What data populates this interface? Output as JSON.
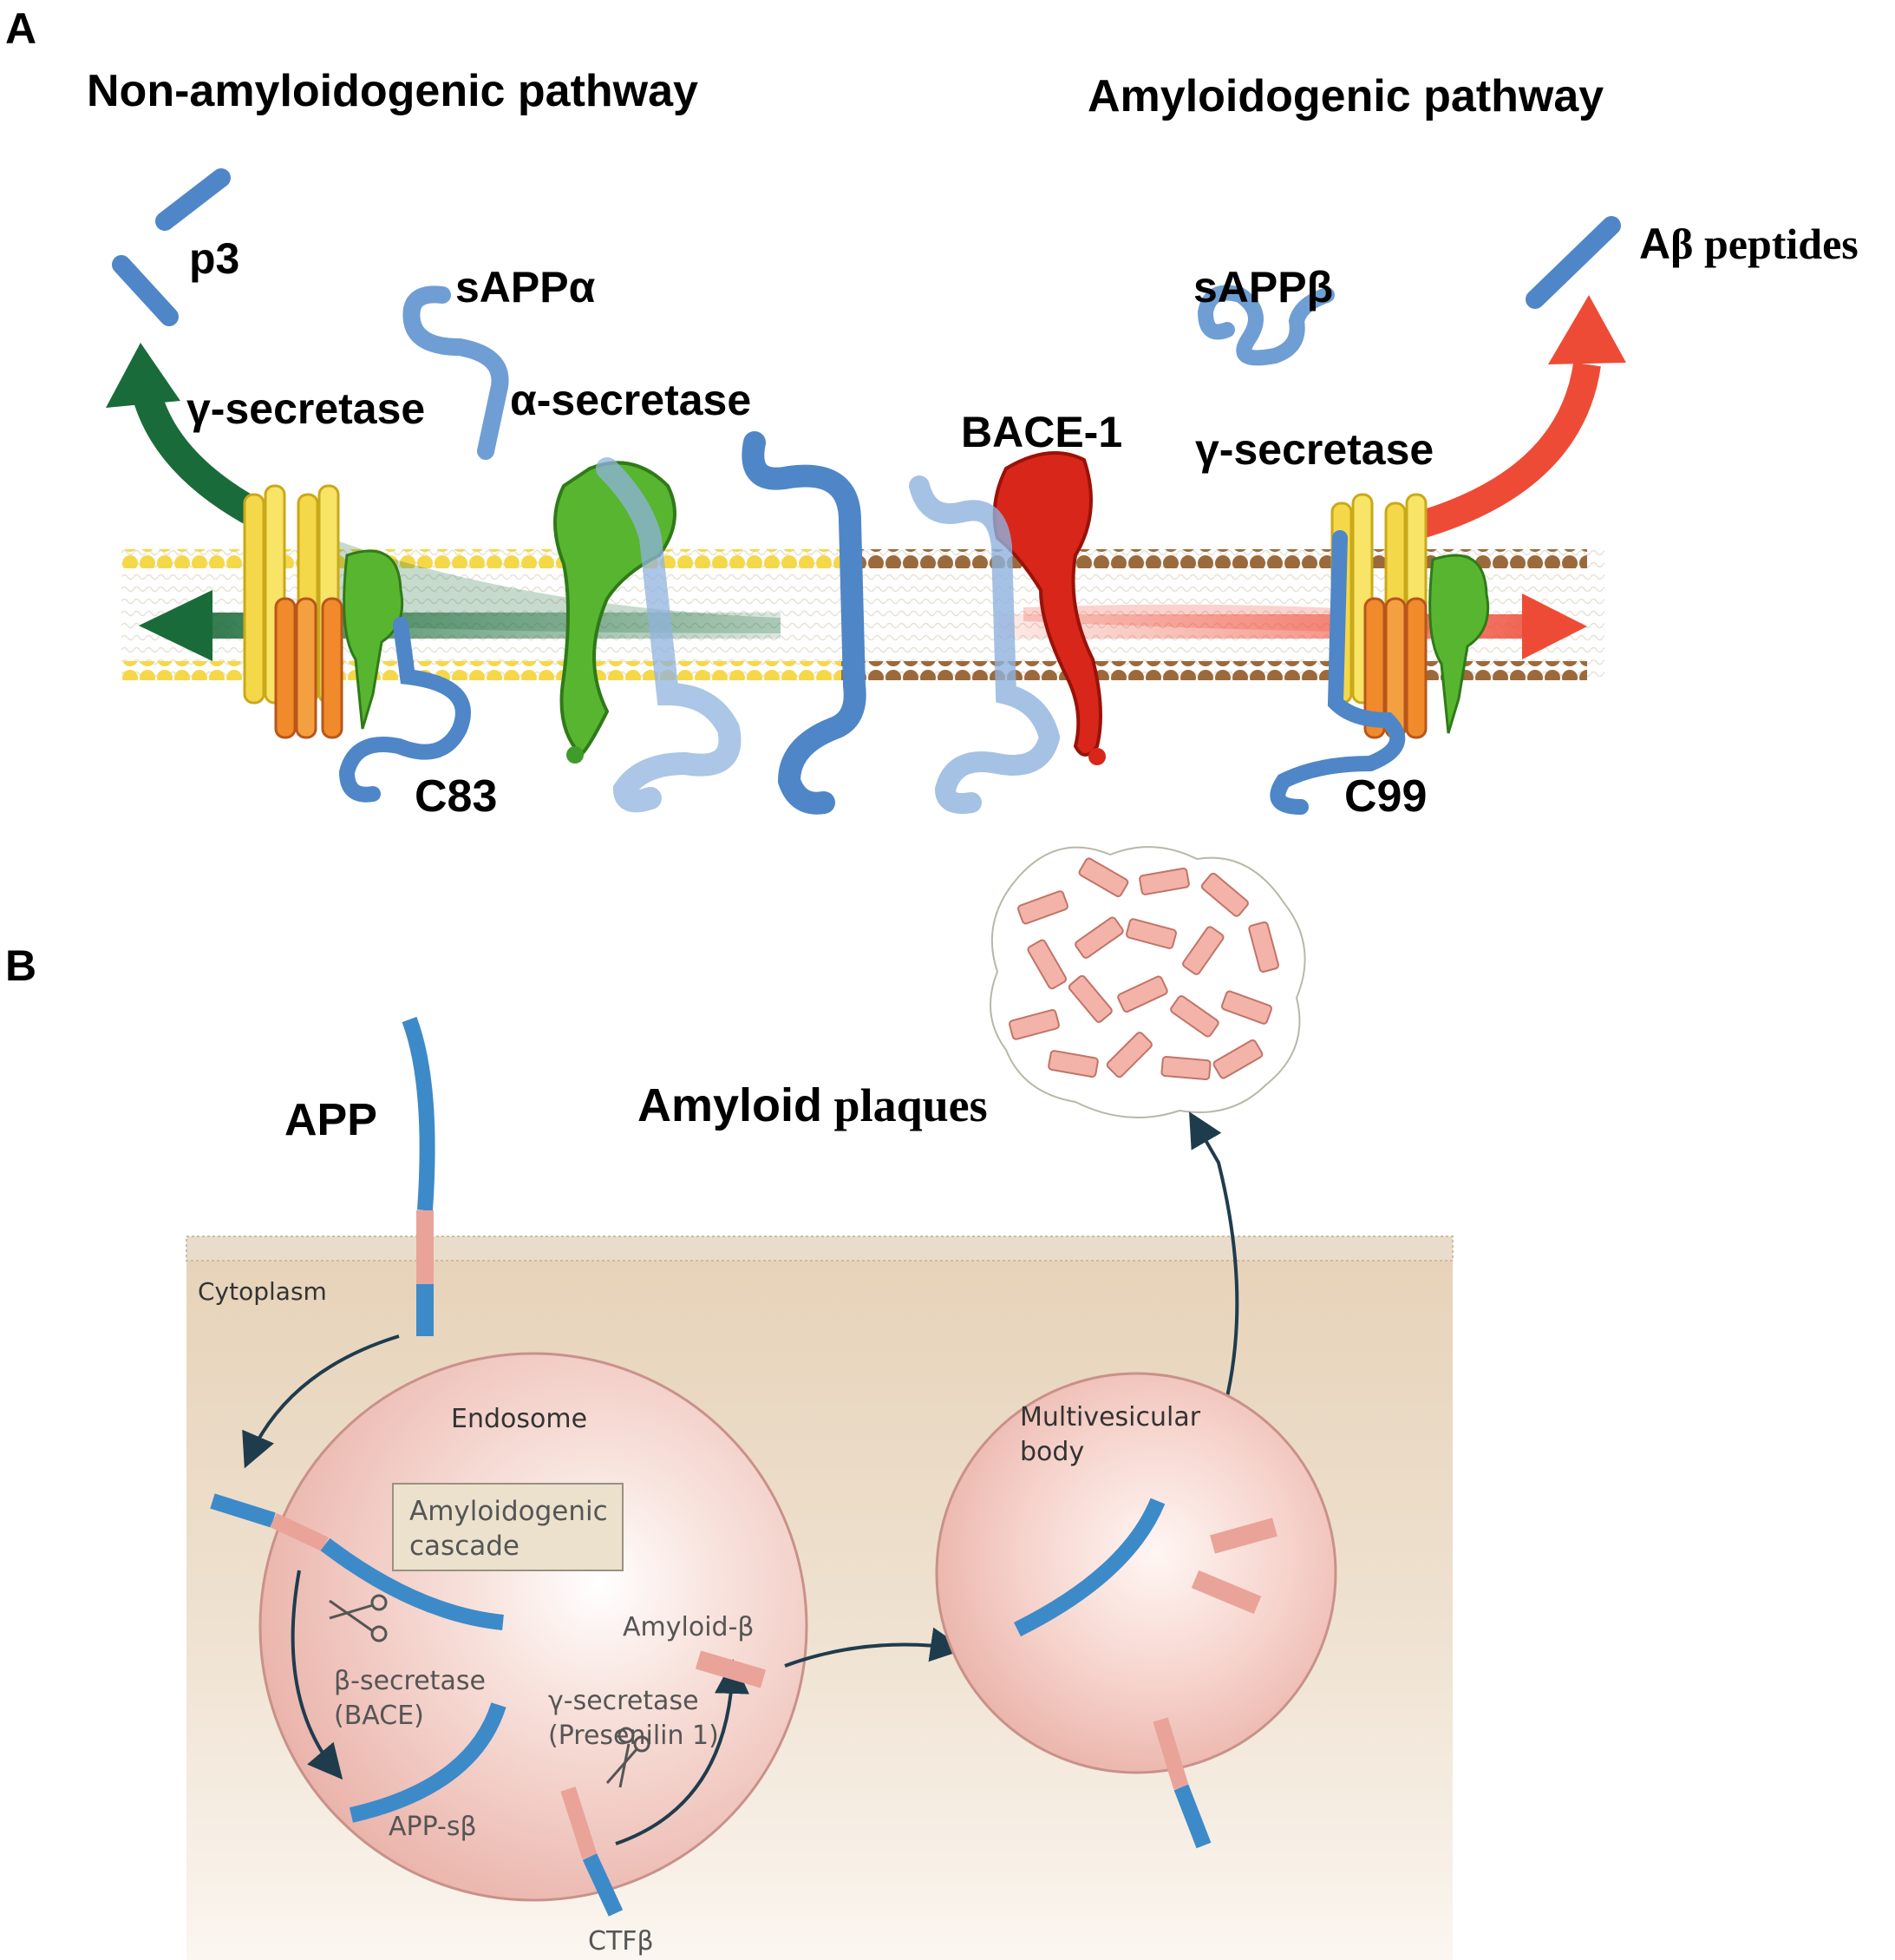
{
  "panel_a": {
    "letter": "A",
    "left_title": "Non-amyloidogenic pathway",
    "right_title": "Amyloidogenic pathway",
    "labels": {
      "p3": "p3",
      "sappa": "sAPPα",
      "gamma_left": "γ-secretase",
      "alpha_secretase": "α-secretase",
      "c83": "C83",
      "sappb": "sAPPβ",
      "bace1": "BACE-1",
      "gamma_right": "γ-secretase",
      "c99": "C99",
      "abeta_prefix": "A",
      "abeta_suffix": "β peptides"
    },
    "colors": {
      "membrane_yellow": "#f5d84a",
      "membrane_brown": "#9b6a3c",
      "app_blue": "#4f86c8",
      "alpha_secretase_green": "#3f9b2a",
      "bace_red": "#d8261a",
      "non_amyloid_arrow": "#1a6b3a",
      "amyloid_arrow": "#ee4b36"
    }
  },
  "panel_b": {
    "letter": "B",
    "app_label": "APP",
    "amyloid_label_prefix": "Amyloid",
    "amyloid_label_suffix": " plaques",
    "cytoplasm": "Cytoplasm",
    "endosome": "Endosome",
    "cascade_line1": "Amyloidogenic",
    "cascade_line2": "cascade",
    "beta_secretase_line1": "β-secretase",
    "beta_secretase_line2": "(BACE)",
    "gamma_secretase_line1": "γ-secretase",
    "gamma_secretase_line2": "(Presenilin 1)",
    "amyloid_beta": "Amyloid-β",
    "app_sb": "APP-sβ",
    "ctfb": "CTFβ",
    "mvb_line1": "Multivesicular",
    "mvb_line2": "body",
    "colors": {
      "cytoplasm": "#eddcc6",
      "compartment": "#f1c2bb",
      "app_blue": "#3d8ac9",
      "abeta_pink": "#e9a399",
      "arrow": "#1f3c4d"
    }
  }
}
